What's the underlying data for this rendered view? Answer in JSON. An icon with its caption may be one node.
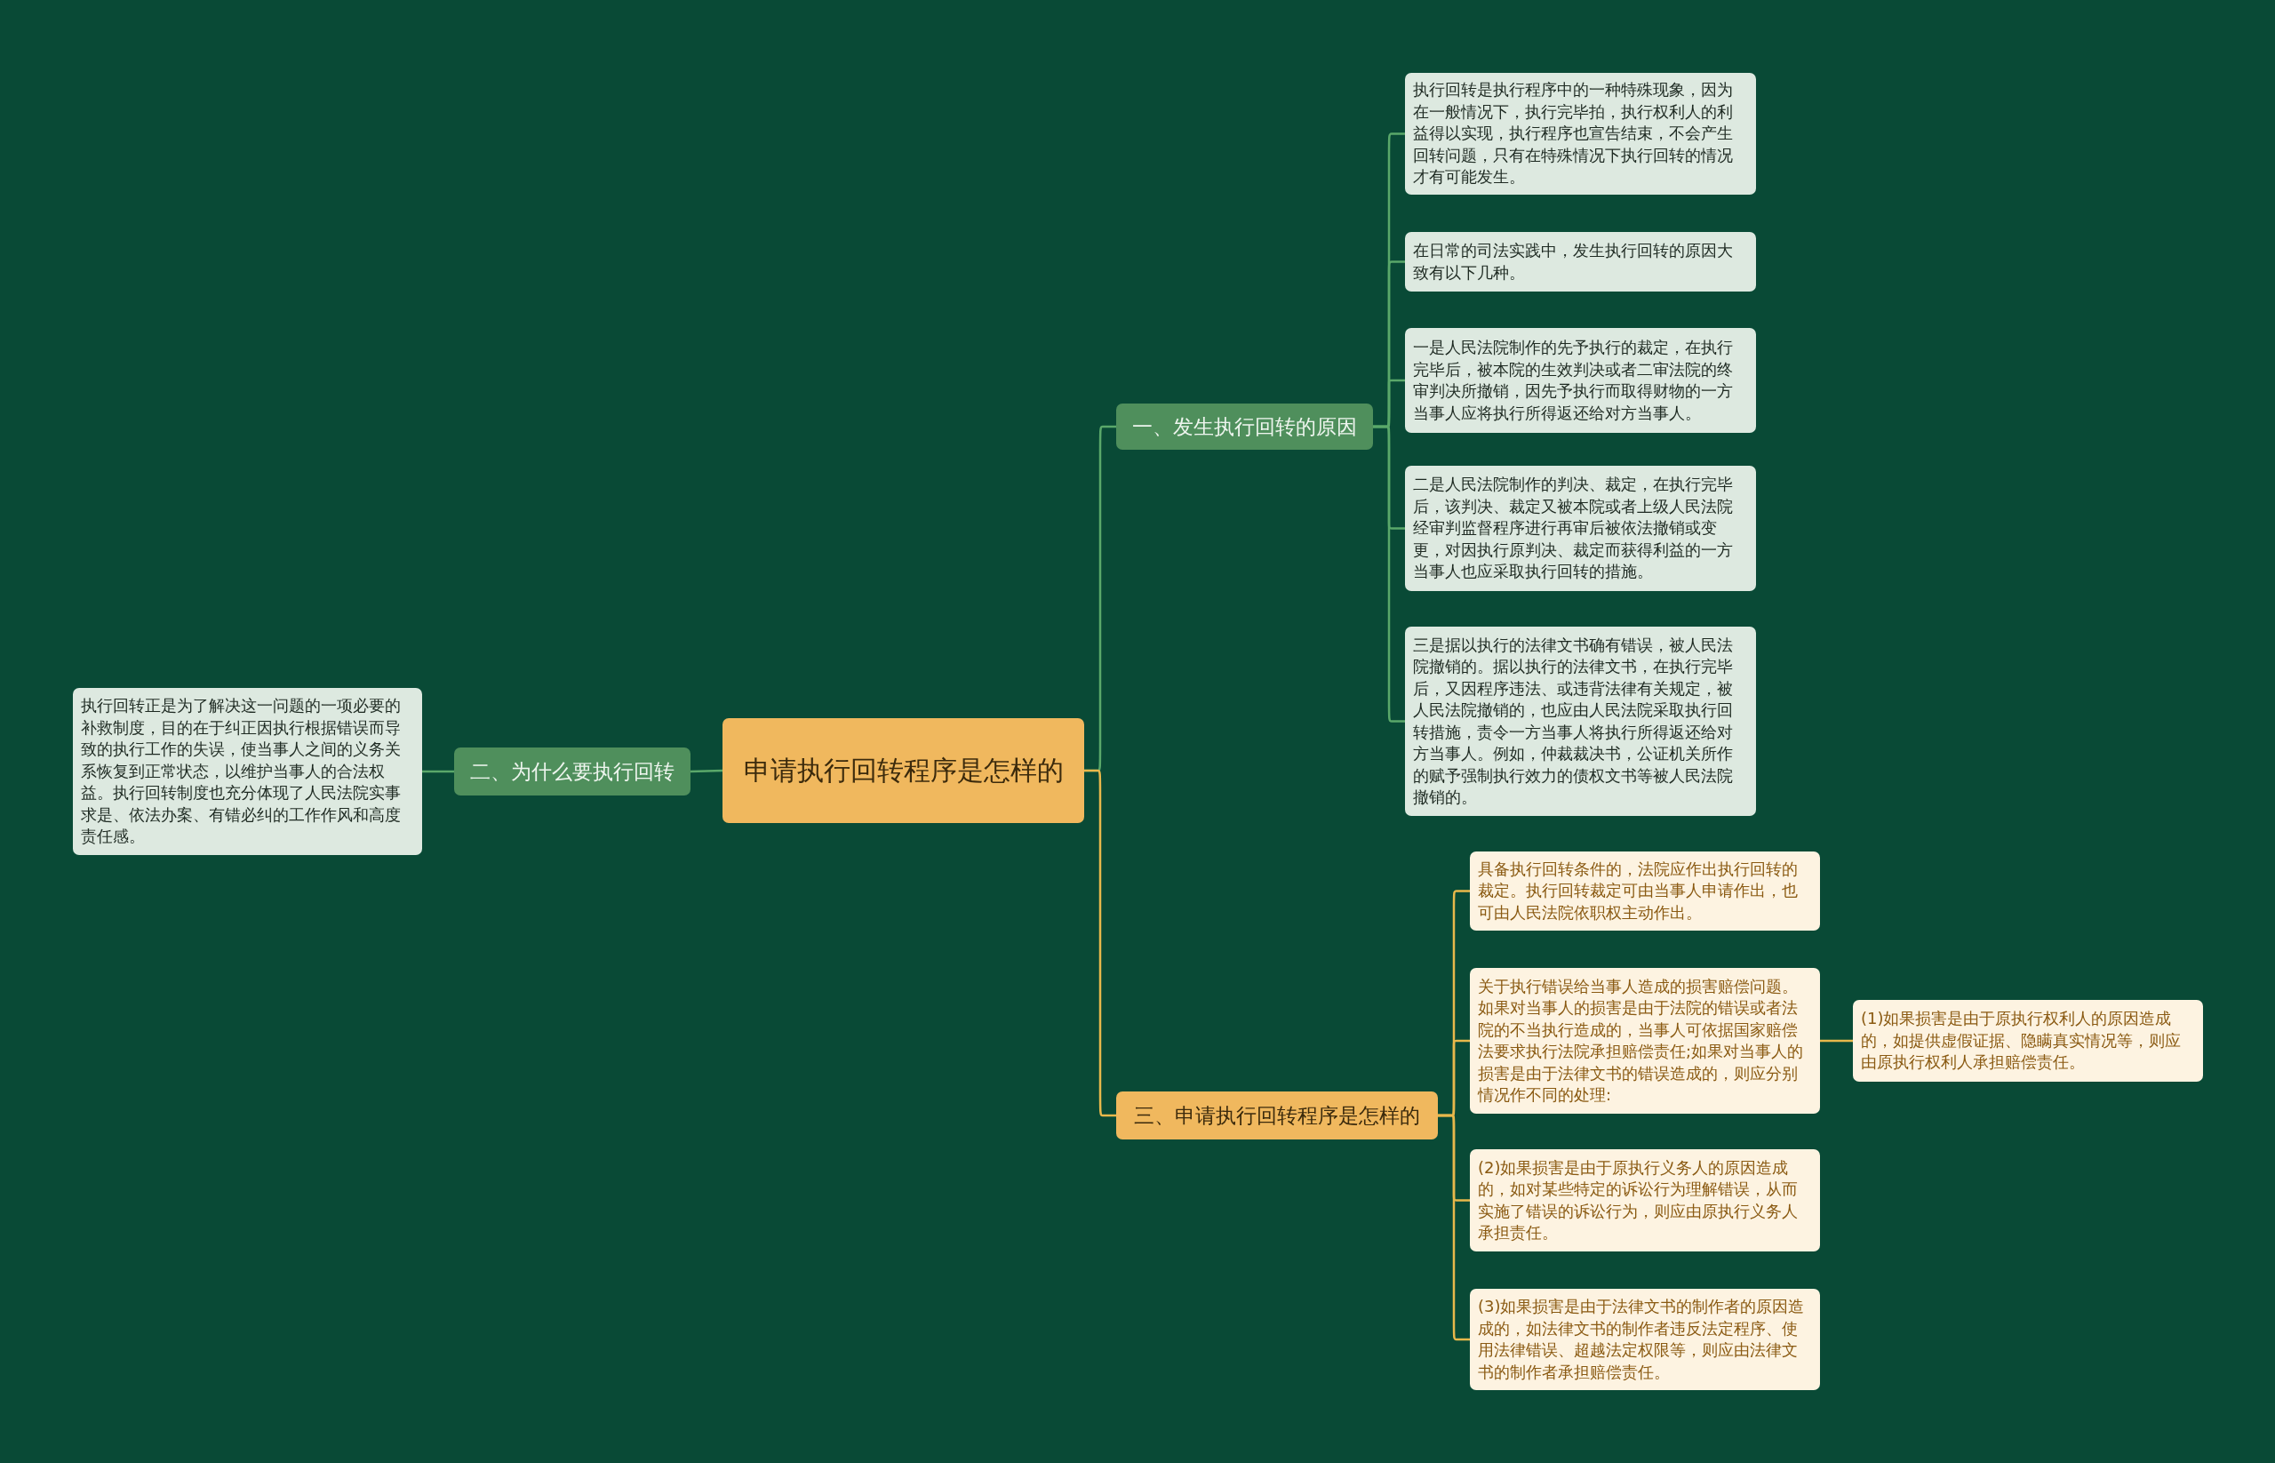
{
  "diagram": {
    "nodes": [
      {
        "text": [
          "申请执行回转程序是怎样的"
        ]
      },
      {
        "text": [
          "一、发生执行回转的原因"
        ]
      },
      {
        "text": [
          "执行回转是执行程序中的一种特殊现象，因为在一般情况下，执行完毕拍，执行权利人的利益得以实现，执行程序也宣告结束，不会产生回转问题，只有在特殊情况下执行回转的情况才有可能发生。"
        ]
      },
      {
        "text": [
          "在日常的司法实践中，发生执行回转的原因大致有以下几种。"
        ]
      },
      {
        "text": [
          "一是人民法院制作的先予执行的裁定，在执行完毕后，被本院的生效判决或者二审法院的终审判决所撤销，因先予执行而取得财物的一方当事人应将执行所得返还给对方当事人。"
        ]
      },
      {
        "text": [
          "二是人民法院制作的判决、裁定，在执行完毕后，该判决、裁定又被本院或者上级人民法院经审判监督程序进行再审后被依法撤销或变更，对因执行原判决、裁定而获得利益的一方当事人也应采取执行回转的措施。"
        ]
      },
      {
        "text": [
          "三是据以执行的法律文书确有错误，被人民法院撤销的。据以执行的法律文书，在执行完毕后，又因程序违法、或违背法律有关规定，被人民法院撤销的，也应由人民法院采取执行回转措施，责令一方当事人将执行所得返还给对方当事人。例如，仲裁裁决书，公证机关所作的赋予强制执行效力的债权文书等被人民法院撤销的。"
        ]
      },
      {
        "text": [
          "二、为什么要执行回转"
        ]
      },
      {
        "text": [
          "执行回转正是为了解决这一问题的一项必要的补救制度，目的在于纠正因执行根据错误而导致的执行工作的失误，使当事人之间的义务关系恢复到正常状态，以维护当事人的合法权益。执行回转制度也充分体现了人民法院实事求是、依法办案、有错必纠的工作作风和高度责任感。"
        ]
      },
      {
        "text": [
          "三、申请执行回转程序是怎样的"
        ]
      },
      {
        "text": [
          "具备执行回转条件的，法院应作出执行回转的裁定。执行回转裁定可由当事人申请作出，也可由人民法院依职权主动作出。"
        ]
      },
      {
        "text": [
          "关于执行错误给当事人造成的损害赔偿问题。如果对当事人的损害是由于法院的错误或者法院的不当执行造成的，当事人可依据国家赔偿法要求执行法院承担赔偿责任;如果对当事人的损害是由于法律文书的错误造成的，则应分别情况作不同的处理:"
        ]
      },
      {
        "text": [
          "(1)如果损害是由于原执行权利人的原因造成的，如提供虚假证据、隐瞒真实情况等，则应由原执行权利人承担赔偿责任。"
        ]
      },
      {
        "text": [
          "(2)如果损害是由于原执行义务人的原因造成的，如对某些特定的诉讼行为理解错误，从而实施了错误的诉讼行为，则应由原执行义务人承担责任。"
        ]
      },
      {
        "text": [
          "(3)如果损害是由于法律文书的制作者的原因造成的，如法律文书的制作者违反法定程序、使用法律错误、超越法定权限等，则应由法律文书的制作者承担赔偿责任。"
        ]
      }
    ],
    "edges": [
      {
        "from": 0,
        "to": 1,
        "arrow": "none"
      },
      {
        "from": 1,
        "to": 2,
        "arrow": "none"
      },
      {
        "from": 1,
        "to": 3,
        "arrow": "none"
      },
      {
        "from": 1,
        "to": 4,
        "arrow": "none"
      },
      {
        "from": 1,
        "to": 5,
        "arrow": "none"
      },
      {
        "from": 1,
        "to": 6,
        "arrow": "none"
      },
      {
        "from": 0,
        "to": 7,
        "arrow": "none"
      },
      {
        "from": 7,
        "to": 8,
        "arrow": "none"
      },
      {
        "from": 0,
        "to": 9,
        "arrow": "none",
        "color": "#e8b84b"
      },
      {
        "from": 9,
        "to": 10,
        "arrow": "none",
        "color": "#e8b84b"
      },
      {
        "from": 9,
        "to": 11,
        "arrow": "none",
        "color": "#e8b84b"
      },
      {
        "from": 11,
        "to": 12,
        "arrow": "none",
        "color": "#e8b84b"
      },
      {
        "from": 9,
        "to": 13,
        "arrow": "none",
        "color": "#e8b84b"
      },
      {
        "from": 9,
        "to": 14,
        "arrow": "none",
        "color": "#e8b84b"
      }
    ]
  }
}
